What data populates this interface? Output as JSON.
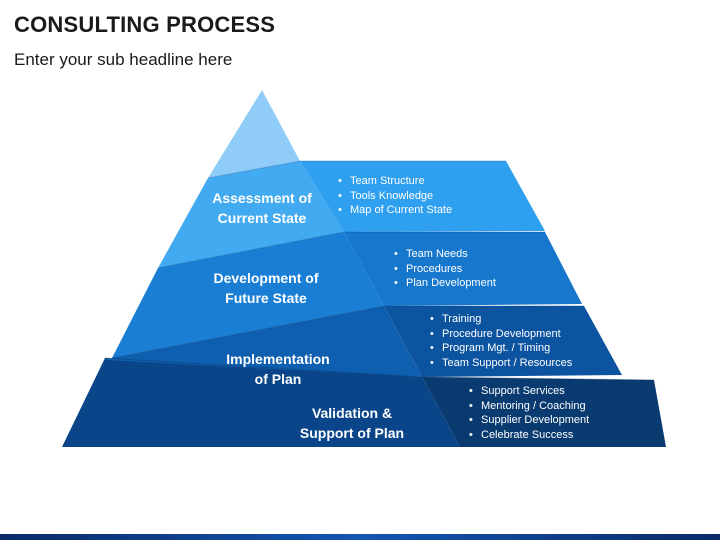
{
  "header": {
    "title": "CONSULTING PROCESS",
    "subtitle": "Enter your sub headline here"
  },
  "tiers": [
    {
      "label_line1": "Assessment of",
      "label_line2": "Current State",
      "items": [
        "Team Structure",
        "Tools Knowledge",
        "Map of Current State"
      ]
    },
    {
      "label_line1": "Development of",
      "label_line2": "Future State",
      "items": [
        "Team Needs",
        "Procedures",
        "Plan Development"
      ]
    },
    {
      "label_line1": "Implementation",
      "label_line2": "of Plan",
      "items": [
        "Training",
        "Procedure Development",
        "Program Mgt. / Timing",
        "Team Support / Resources"
      ]
    },
    {
      "label_line1": "Validation &",
      "label_line2": "Support of Plan",
      "items": [
        "Support Services",
        "Mentoring / Coaching",
        "Supplier Development",
        "Celebrate Success"
      ]
    }
  ],
  "colors": {
    "apex": "#8fcdf8",
    "tier1_front": "#42aaf0",
    "tier1_side": "#2f9ff0",
    "tier2_front": "#1a7fd4",
    "tier2_side": "#1677cc",
    "tier3_front": "#0f5fb0",
    "tier3_side": "#0c54a0",
    "tier4_front": "#0a4589",
    "tier4_side": "#093a70"
  }
}
